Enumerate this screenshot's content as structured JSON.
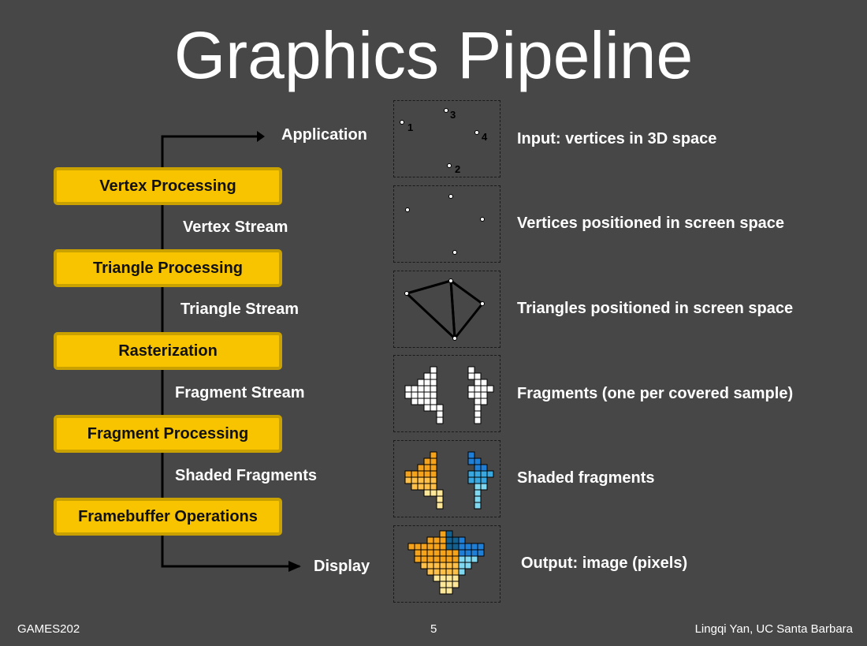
{
  "slide": {
    "title": "Graphics Pipeline",
    "footer_left": "GAMES202",
    "page_number": "5",
    "footer_right": "Lingqi Yan, UC Santa Barbara"
  },
  "pipeline": {
    "start_label": "Application",
    "end_label": "Display",
    "stages": [
      "Vertex Processing",
      "Triangle Processing",
      "Rasterization",
      "Fragment Processing",
      "Framebuffer Operations"
    ],
    "streams": [
      "Vertex Stream",
      "Triangle Stream",
      "Fragment Stream",
      "Shaded Fragments"
    ]
  },
  "panels": {
    "vertex_labels": [
      "1",
      "2",
      "3",
      "4"
    ],
    "captions": [
      "Input: vertices in 3D space",
      "Vertices positioned in screen space",
      "Triangles positioned in screen space",
      "Fragments (one per covered sample)",
      "Shaded fragments",
      "Output: image (pixels)"
    ]
  },
  "colors": {
    "background": "#474747",
    "stage_fill": "#f8c400",
    "stage_border": "#c9a100",
    "orange_shade": "#f5a31a",
    "yellow_shade": "#ffe79a",
    "blue_shade": "#1f7fd6",
    "cyan_shade": "#7fd8f0"
  }
}
